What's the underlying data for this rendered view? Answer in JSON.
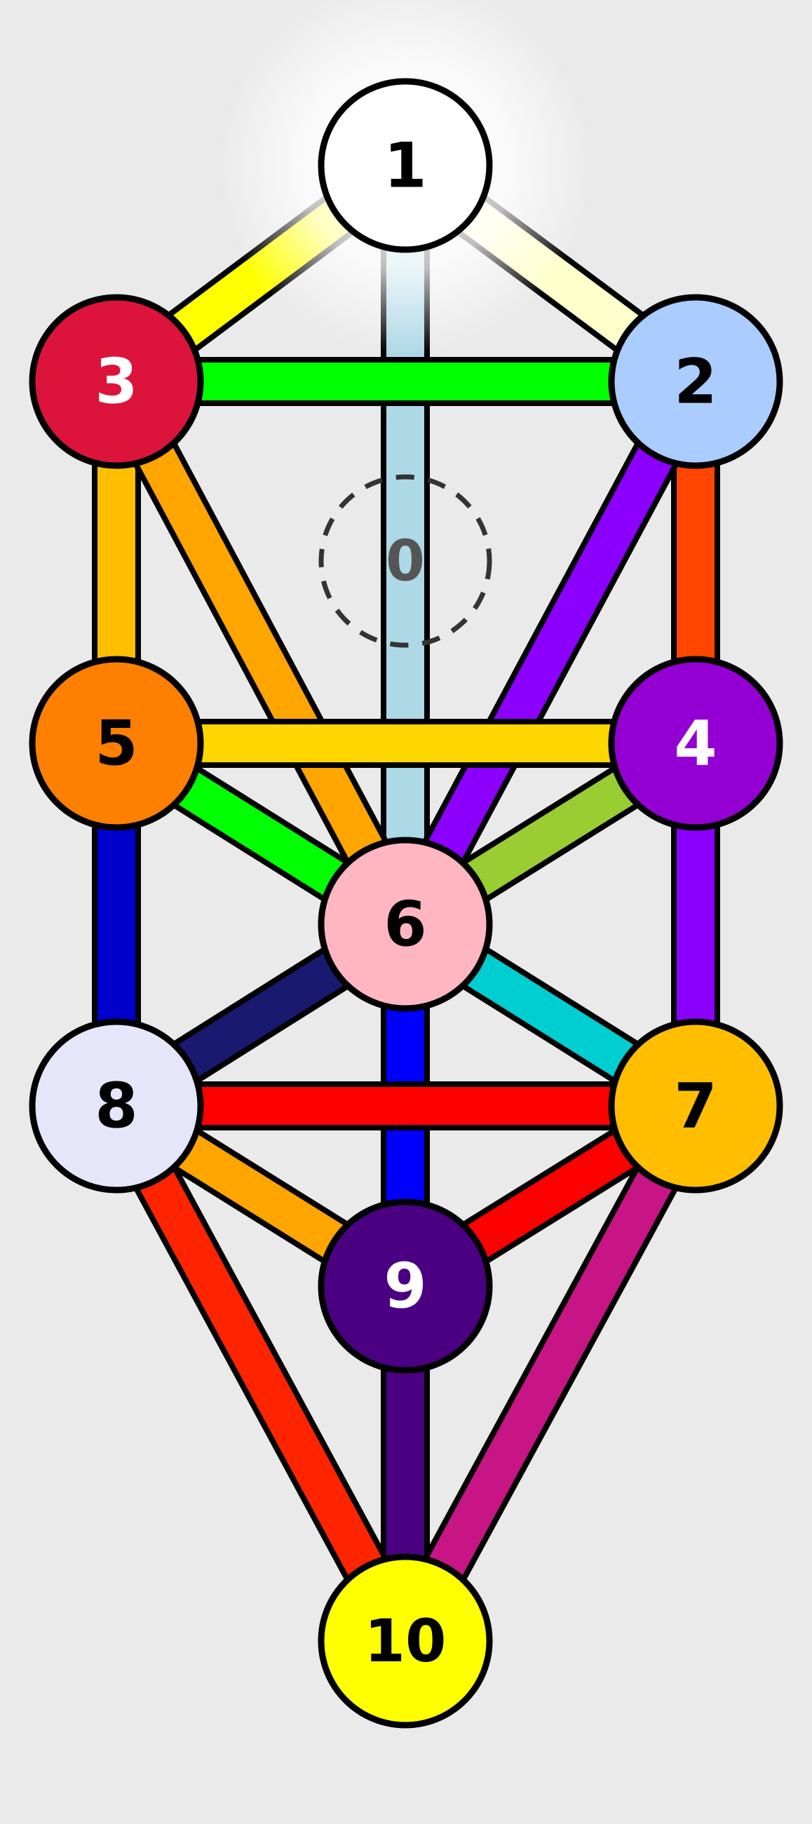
{
  "diagram": {
    "background": "#eaeaea",
    "outline_color": "#000000",
    "glow_color": "#ffffff",
    "hidden_node": {
      "label": "0",
      "text_color": "#555555",
      "style": "dashed circle"
    },
    "nodes": [
      {
        "id": "1",
        "label": "1",
        "fill": "#ffffff",
        "text_color": "#000000"
      },
      {
        "id": "2",
        "label": "2",
        "fill": "#aaccff",
        "text_color": "#000000"
      },
      {
        "id": "3",
        "label": "3",
        "fill": "#dc143c",
        "text_color": "#ffffff"
      },
      {
        "id": "4",
        "label": "4",
        "fill": "#9400d3",
        "text_color": "#ffffff"
      },
      {
        "id": "5",
        "label": "5",
        "fill": "#ff8000",
        "text_color": "#000000"
      },
      {
        "id": "6",
        "label": "6",
        "fill": "#ffb6c1",
        "text_color": "#000000"
      },
      {
        "id": "7",
        "label": "7",
        "fill": "#ffbf00",
        "text_color": "#000000"
      },
      {
        "id": "8",
        "label": "8",
        "fill": "#e6e6fa",
        "text_color": "#000000"
      },
      {
        "id": "9",
        "label": "9",
        "fill": "#4b0082",
        "text_color": "#ffffff"
      },
      {
        "id": "10",
        "label": "10",
        "fill": "#ffff00",
        "text_color": "#000000"
      }
    ],
    "paths": [
      {
        "from": "1",
        "to": "3",
        "color": "#ffff00"
      },
      {
        "from": "1",
        "to": "2",
        "color": "#ffffcc"
      },
      {
        "from": "1",
        "to": "6",
        "color": "#add8e6"
      },
      {
        "from": "3",
        "to": "2",
        "color": "#00ff00"
      },
      {
        "from": "3",
        "to": "5",
        "color": "#ffbf00"
      },
      {
        "from": "3",
        "to": "6",
        "color": "#ffa500"
      },
      {
        "from": "2",
        "to": "4",
        "color": "#ff4500"
      },
      {
        "from": "2",
        "to": "6",
        "color": "#8b00ff"
      },
      {
        "from": "5",
        "to": "4",
        "color": "#ffd700"
      },
      {
        "from": "5",
        "to": "6",
        "color": "#00ff00"
      },
      {
        "from": "5",
        "to": "8",
        "color": "#0000cd"
      },
      {
        "from": "4",
        "to": "6",
        "color": "#9acd32"
      },
      {
        "from": "4",
        "to": "7",
        "color": "#8b00ff"
      },
      {
        "from": "6",
        "to": "8",
        "color": "#191970"
      },
      {
        "from": "6",
        "to": "7",
        "color": "#00ced1"
      },
      {
        "from": "6",
        "to": "9",
        "color": "#0000ff"
      },
      {
        "from": "8",
        "to": "7",
        "color": "#ff0000"
      },
      {
        "from": "8",
        "to": "9",
        "color": "#ffa500"
      },
      {
        "from": "8",
        "to": "10",
        "color": "#ff2400"
      },
      {
        "from": "7",
        "to": "9",
        "color": "#ff0000"
      },
      {
        "from": "7",
        "to": "10",
        "color": "#c71585"
      },
      {
        "from": "9",
        "to": "10",
        "color": "#4b0082"
      }
    ]
  }
}
